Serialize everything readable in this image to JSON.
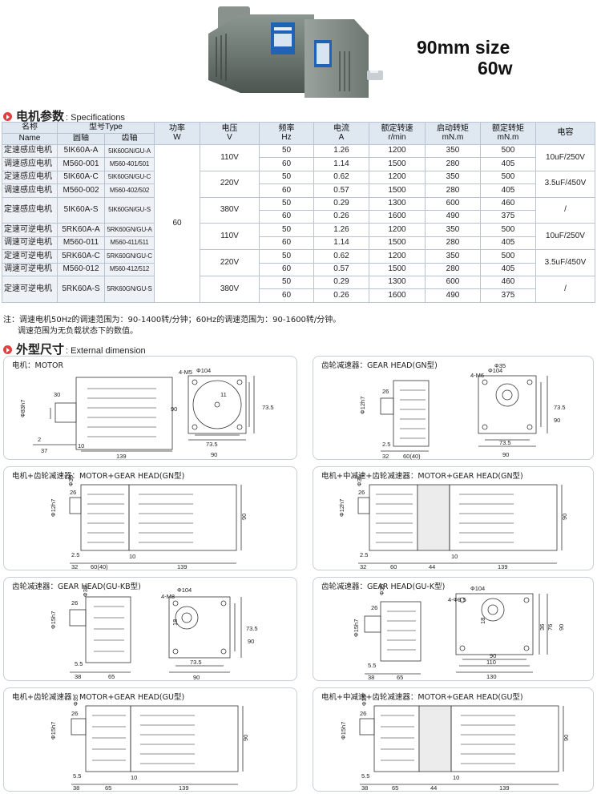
{
  "hero": {
    "size_text": "90mm size",
    "power_text": "60w"
  },
  "specs_section": {
    "title_cn": "电机参数",
    "title_en": ": Specifications"
  },
  "table": {
    "headers": {
      "name_cn": "名称",
      "name_en": "Name",
      "model_cn": "型号Type",
      "round_shaft": "圆轴",
      "gear_shaft": "齿轴",
      "power_cn": "功率",
      "power_unit": "W",
      "voltage_cn": "电压",
      "voltage_unit": "V",
      "freq_cn": "频率",
      "freq_unit": "Hz",
      "current_cn": "电流",
      "current_unit": "A",
      "speed_cn": "额定转速",
      "speed_unit": "r/min",
      "start_torque_cn": "启动转矩",
      "start_torque_unit": "mN.m",
      "rated_torque_cn": "额定转矩",
      "rated_torque_unit": "mN.m",
      "cap_cn": "电容"
    },
    "power": "60",
    "groups": [
      {
        "names": [
          "定速感应电机",
          "调速感应电机"
        ],
        "models": [
          "5IK60A-A",
          "M560-001"
        ],
        "gears": [
          "5IK60GN/GU-A",
          "M560-401/501"
        ],
        "voltage": "110V",
        "cap": "10uF/250V",
        "rows": [
          [
            "50",
            "1.26",
            "1200",
            "350",
            "500"
          ],
          [
            "60",
            "1.14",
            "1500",
            "280",
            "405"
          ]
        ]
      },
      {
        "names": [
          "定速感应电机",
          "调速感应电机"
        ],
        "models": [
          "5IK60A-C",
          "M560-002"
        ],
        "gears": [
          "5IK60GN/GU-C",
          "M560-402/502"
        ],
        "voltage": "220V",
        "cap": "3.5uF/450V",
        "rows": [
          [
            "50",
            "0.62",
            "1200",
            "350",
            "500"
          ],
          [
            "60",
            "0.57",
            "1500",
            "280",
            "405"
          ]
        ]
      },
      {
        "names": [
          "定速感应电机"
        ],
        "models": [
          "5IK60A-S"
        ],
        "gears": [
          "5IK60GN/GU-S"
        ],
        "voltage": "380V",
        "cap": "/",
        "rows": [
          [
            "50",
            "0.29",
            "1300",
            "600",
            "460"
          ],
          [
            "60",
            "0.26",
            "1600",
            "490",
            "375"
          ]
        ]
      },
      {
        "names": [
          "定速可逆电机",
          "调速可逆电机"
        ],
        "models": [
          "5RK60A-A",
          "M560-011"
        ],
        "gears": [
          "5RK60GN/GU-A",
          "M560-411/511"
        ],
        "voltage": "110V",
        "cap": "10uF/250V",
        "rows": [
          [
            "50",
            "1.26",
            "1200",
            "350",
            "500"
          ],
          [
            "60",
            "1.14",
            "1500",
            "280",
            "405"
          ]
        ]
      },
      {
        "names": [
          "定速可逆电机",
          "调速可逆电机"
        ],
        "models": [
          "5RK60A-C",
          "M560-012"
        ],
        "gears": [
          "5RK60GN/GU-C",
          "M560-412/512"
        ],
        "voltage": "220V",
        "cap": "3.5uF/450V",
        "rows": [
          [
            "50",
            "0.62",
            "1200",
            "350",
            "500"
          ],
          [
            "60",
            "0.57",
            "1500",
            "280",
            "405"
          ]
        ]
      },
      {
        "names": [
          "定速可逆电机"
        ],
        "models": [
          "5RK60A-S"
        ],
        "gears": [
          "5RK60GN/GU-S"
        ],
        "voltage": "380V",
        "cap": "/",
        "rows": [
          [
            "50",
            "0.29",
            "1300",
            "600",
            "460"
          ],
          [
            "60",
            "0.26",
            "1600",
            "490",
            "375"
          ]
        ]
      }
    ]
  },
  "note": {
    "line1": "注：调速电机50Hz的调速范围为：90-1400转/分钟；60Hz的调速范围为：90-1600转/分钟。",
    "line2": "调速范围为无负载状态下的数值。"
  },
  "dims_section": {
    "title_cn": "外型尺寸",
    "title_en": ": External dimension"
  },
  "panels": {
    "motor": {
      "title": "电机：MOTOR"
    },
    "gn_head": {
      "title": "齿轮减速器：GEAR HEAD(GN型)"
    },
    "motor_gn": {
      "title": "电机+齿轮减速器：MOTOR+GEAR HEAD(GN型)"
    },
    "motor_mid_gn": {
      "title": "电机+中减速+齿轮减速器：MOTOR+GEAR HEAD(GN型)"
    },
    "gu_kb": {
      "title": "齿轮减速器：GEAR HEAD(GU-KB型)"
    },
    "gu_k": {
      "title": "齿轮减速器：GEAR HEAD(GU-K型)"
    },
    "motor_gu": {
      "title": "电机+齿轮减速器：MOTOR+GEAR HEAD(GU型)"
    },
    "motor_mid_gu": {
      "title": "电机+中减速+齿轮减速器：MOTOR+GEAR HEAD(GU型)"
    }
  },
  "dims": {
    "motor_side": [
      "Ф83h7",
      "30",
      "2",
      "37",
      "10",
      "139"
    ],
    "motor_front": [
      "Ф104",
      "4-M5",
      "11",
      "73.5",
      "90",
      "73.5",
      "90"
    ],
    "gn_side": [
      "Ф12h7",
      "26",
      "32",
      "60(40)",
      "2.5"
    ],
    "gn_front": [
      "Ф104",
      "4-M6",
      "Ф35",
      "73.5",
      "90",
      "73.5",
      "90"
    ],
    "mgn": [
      "Ф35",
      "Ф12h7",
      "26",
      "2.5",
      "32",
      "60(40)",
      "10",
      "139",
      "90"
    ],
    "mmgn": [
      "Ф35",
      "Ф12h7",
      "26",
      "2.5",
      "32",
      "60",
      "44",
      "10",
      "139",
      "90"
    ],
    "gukb_side": [
      "Ф15h7",
      "26",
      "5.5",
      "38",
      "65",
      "Ф35"
    ],
    "gukb_front": [
      "Ф104",
      "4-M8",
      "18",
      "73.5",
      "90",
      "73.5",
      "90"
    ],
    "guk_side": [
      "Ф15h7",
      "26",
      "5.5",
      "38",
      "65",
      "Ф35"
    ],
    "guk_front": [
      "Ф104",
      "4-Ф8.5",
      "18",
      "36",
      "76",
      "90",
      "110",
      "130",
      "90"
    ],
    "mgu": [
      "Ф35",
      "Ф15h7",
      "26",
      "5.5",
      "38",
      "65",
      "10",
      "139",
      "90"
    ],
    "mmgu": [
      "Ф35",
      "Ф15h7",
      "26",
      "5.5",
      "38",
      "65",
      "44",
      "10",
      "139",
      "90"
    ]
  },
  "colors": {
    "accent_red": "#e04040",
    "header_fill": "#dfe7f1",
    "body_fill": "#eef2f7",
    "grid": "#b8c4d4"
  }
}
